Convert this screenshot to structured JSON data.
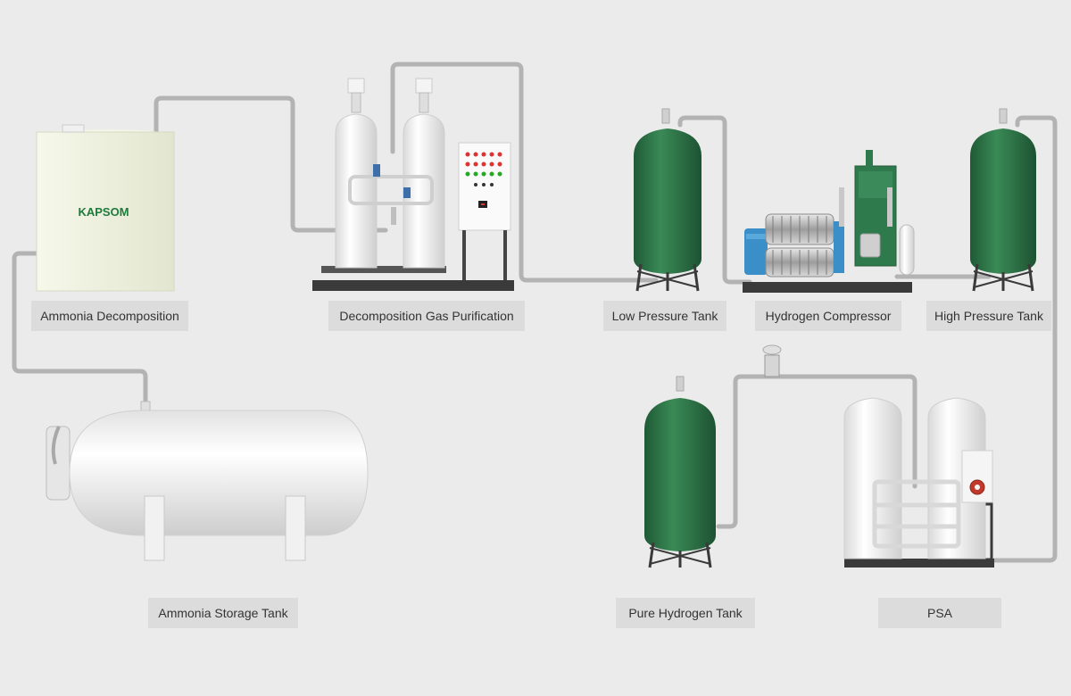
{
  "brand": {
    "logo_text": "KAPSOM"
  },
  "colors": {
    "background": "#ebebeb",
    "label_bg": "#dcdcdc",
    "pipe": "#b5b5b5",
    "tank_white": "#f4f4f4",
    "tank_green": "#2f7548",
    "decomposition_tank": "#eef1df",
    "frame_dark": "#3c3c3c",
    "compressor_blue": "#3b8fc9"
  },
  "labels": {
    "ammonia_decomposition": "Ammonia Decomposition",
    "gas_purification": "Decomposition Gas Purification",
    "low_pressure_tank": "Low Pressure Tank",
    "hydrogen_compressor": "Hydrogen Compressor",
    "high_pressure_tank": "High Pressure Tank",
    "ammonia_storage_tank": "Ammonia Storage Tank",
    "pure_hydrogen_tank": "Pure Hydrogen Tank",
    "psa": "PSA"
  }
}
